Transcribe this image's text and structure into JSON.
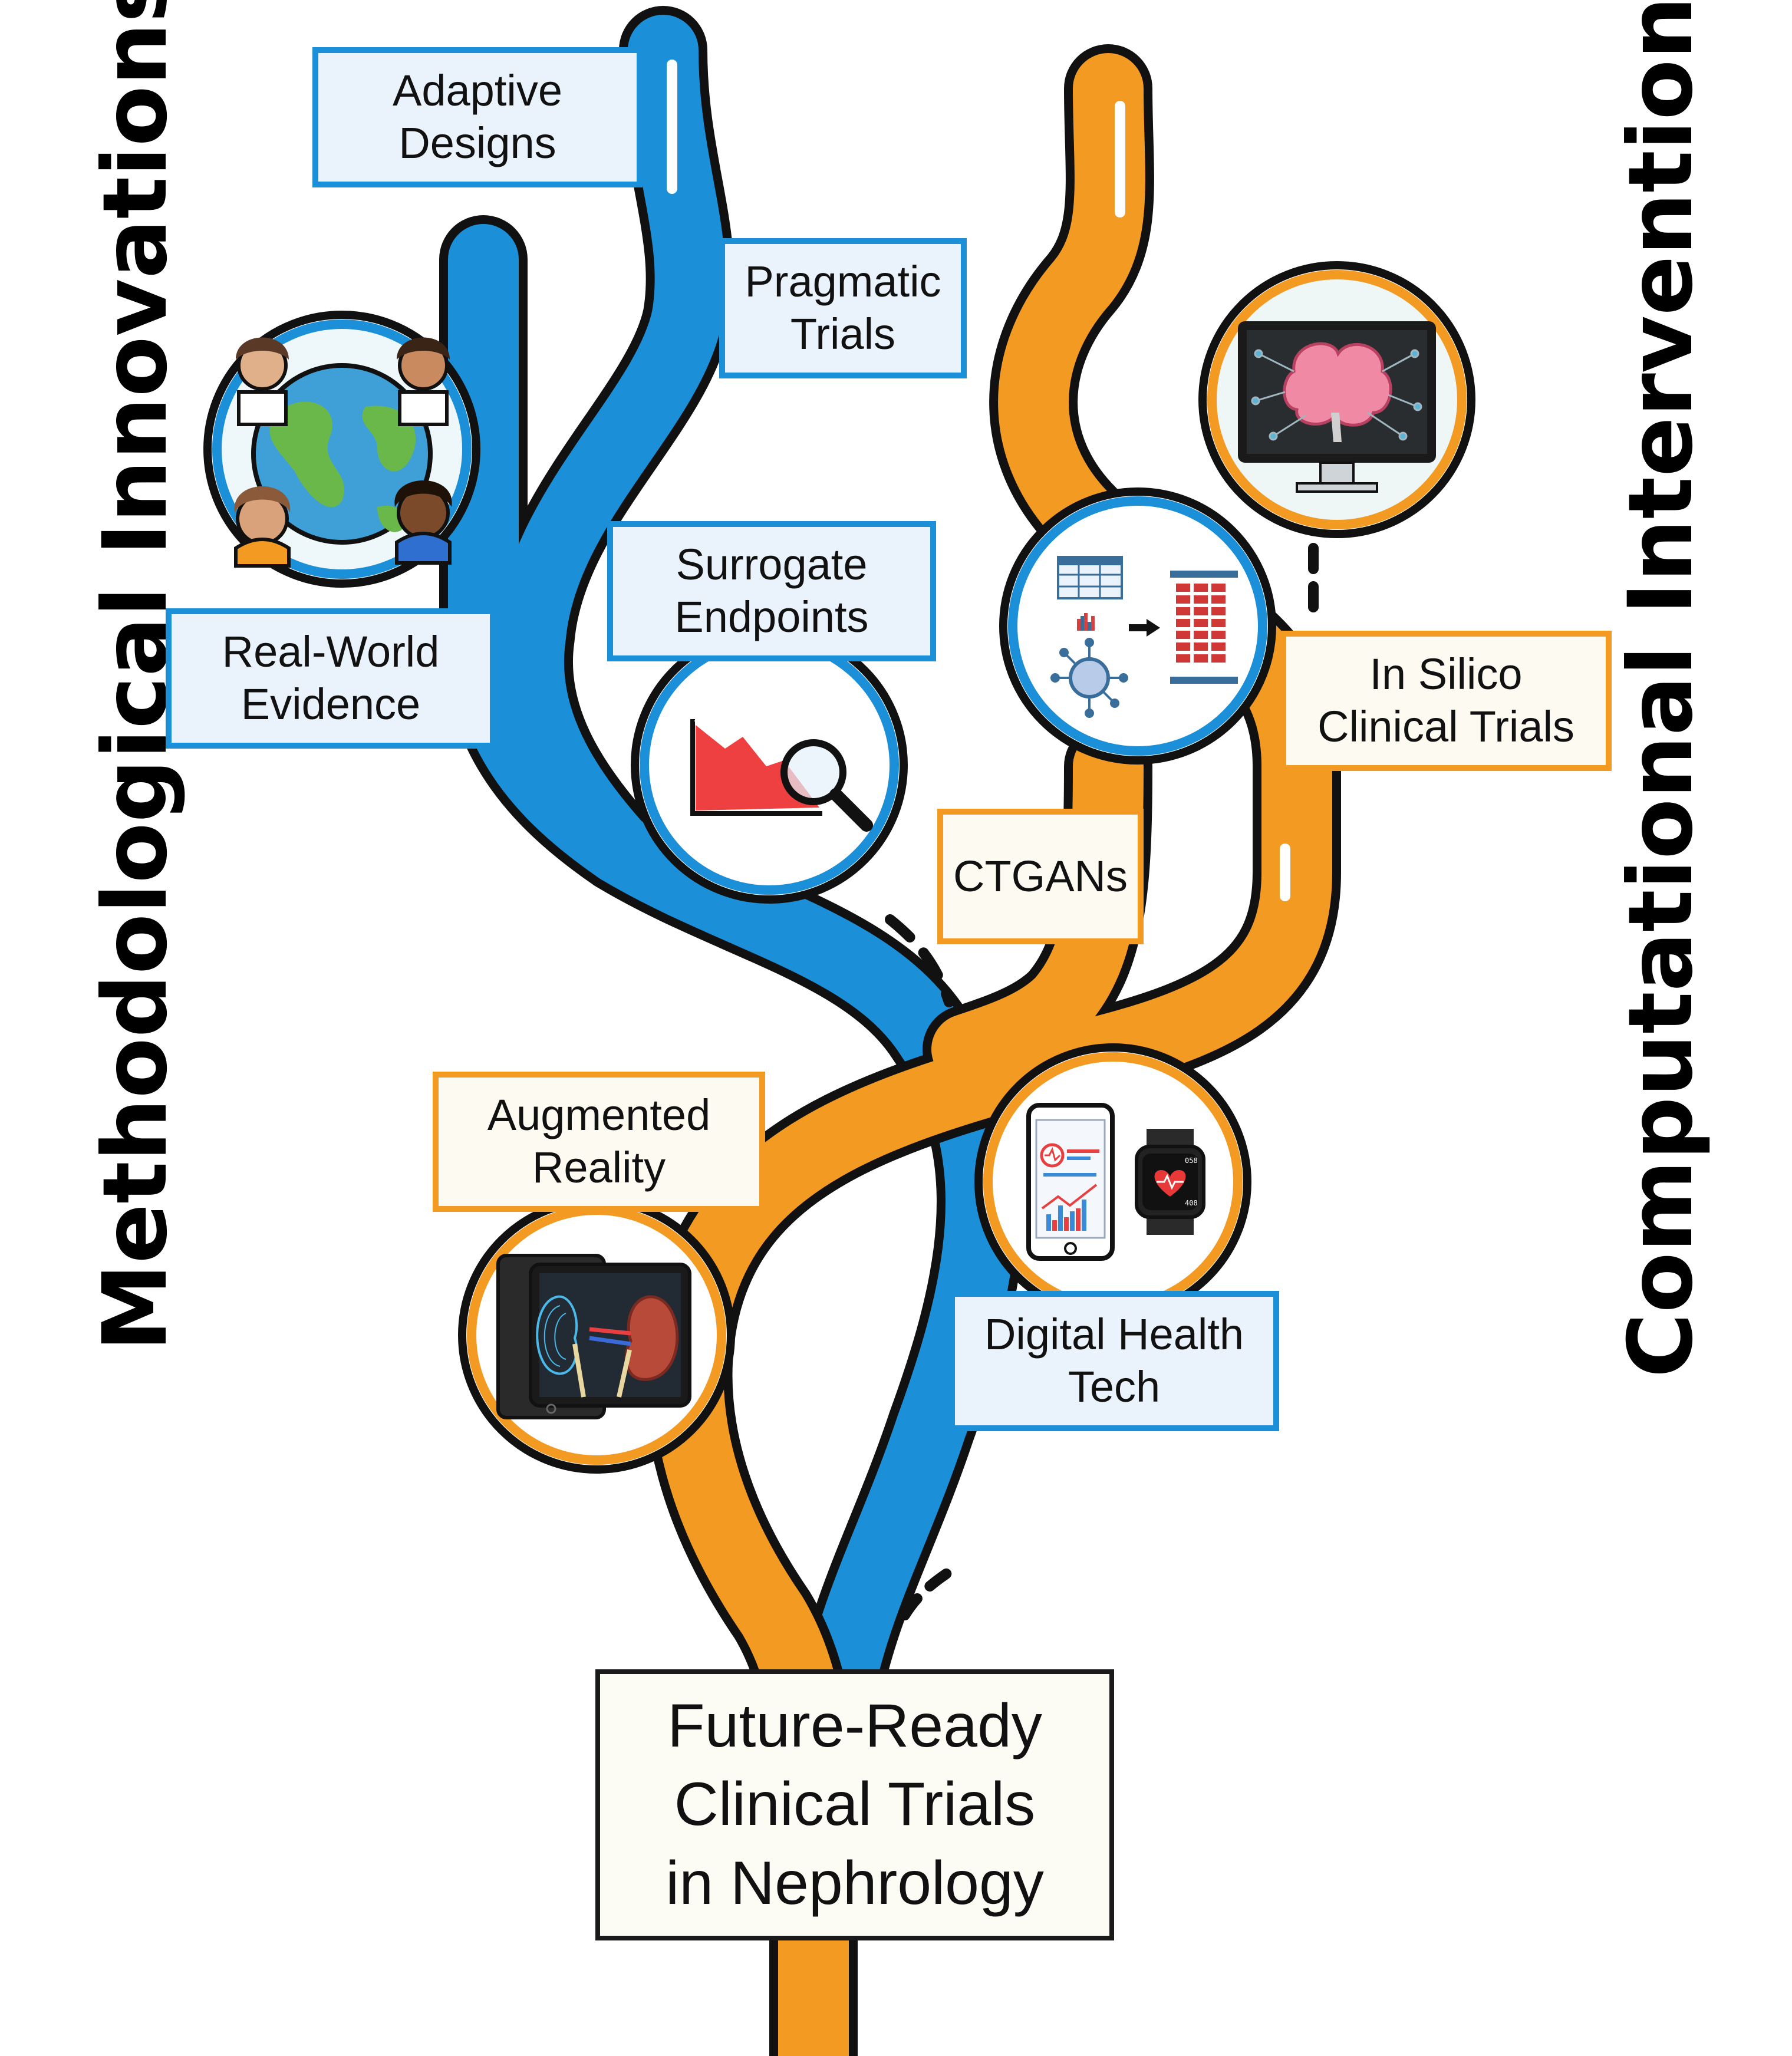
{
  "titles": {
    "left": "Methodological Innovations",
    "right": "Computational Interventions"
  },
  "labels": {
    "adaptive": [
      "Adaptive",
      "Designs"
    ],
    "pragmatic": [
      "Pragmatic",
      "Trials"
    ],
    "rwe": [
      "Real-World",
      "Evidence"
    ],
    "surrogate": [
      "Surrogate",
      "Endpoints"
    ],
    "insilico": [
      "In Silico",
      "Clinical Trials"
    ],
    "ctgans": [
      "CTGANs"
    ],
    "augmented": [
      "Augmented",
      "Reality"
    ],
    "digital": [
      "Digital Health",
      "Tech"
    ]
  },
  "root": [
    "Future-Ready",
    "Clinical Trials",
    "in Nephrology"
  ],
  "colors": {
    "blue": "#1b8fd8",
    "orange": "#f39a23",
    "outline": "#111111"
  },
  "icons": {
    "rwe": "globe-people-icon",
    "surrogate": "declining-chart-magnifier-icon",
    "insilico": "data-network-to-matrix-icon",
    "brain": "brain-computer-icon",
    "digital": "smartphone-smartwatch-icon",
    "augmented": "tablet-kidney-icon"
  },
  "watch_readouts": [
    "058",
    "408"
  ]
}
